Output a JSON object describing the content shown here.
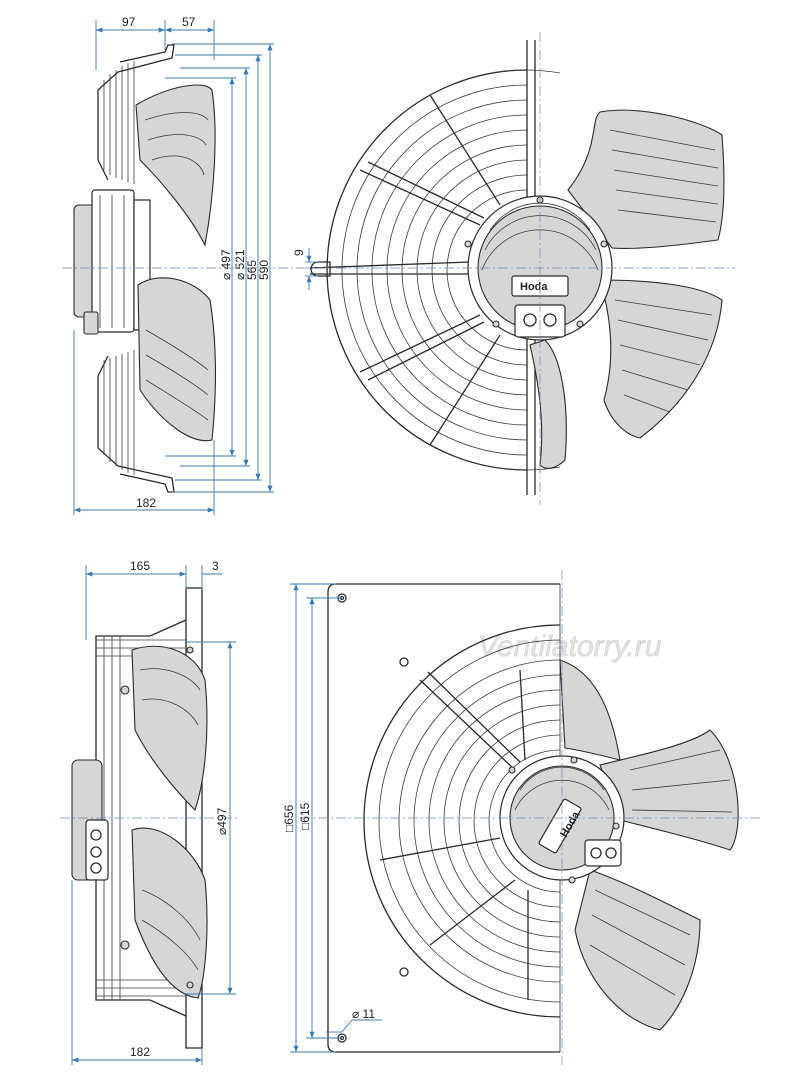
{
  "watermark": "Ventilatorry.ru",
  "logo_text": "Hoda",
  "top_side_view": {
    "dim_top_left": "97",
    "dim_top_right": "57",
    "dim_diameter_1": "⌀ 497",
    "dim_diameter_2": "⌀ 521",
    "dim_diameter_3": "565",
    "dim_diameter_4": "590",
    "dim_bottom": "182"
  },
  "top_front_view": {
    "dim_slot": "9"
  },
  "bottom_side_view": {
    "dim_top": "165",
    "dim_plate": "3",
    "dim_diameter": "⌀497",
    "dim_bottom": "182"
  },
  "bottom_front_view": {
    "dim_plate_outer": "□656",
    "dim_plate_inner": "□615",
    "dim_hole": "⌀ 11"
  }
}
